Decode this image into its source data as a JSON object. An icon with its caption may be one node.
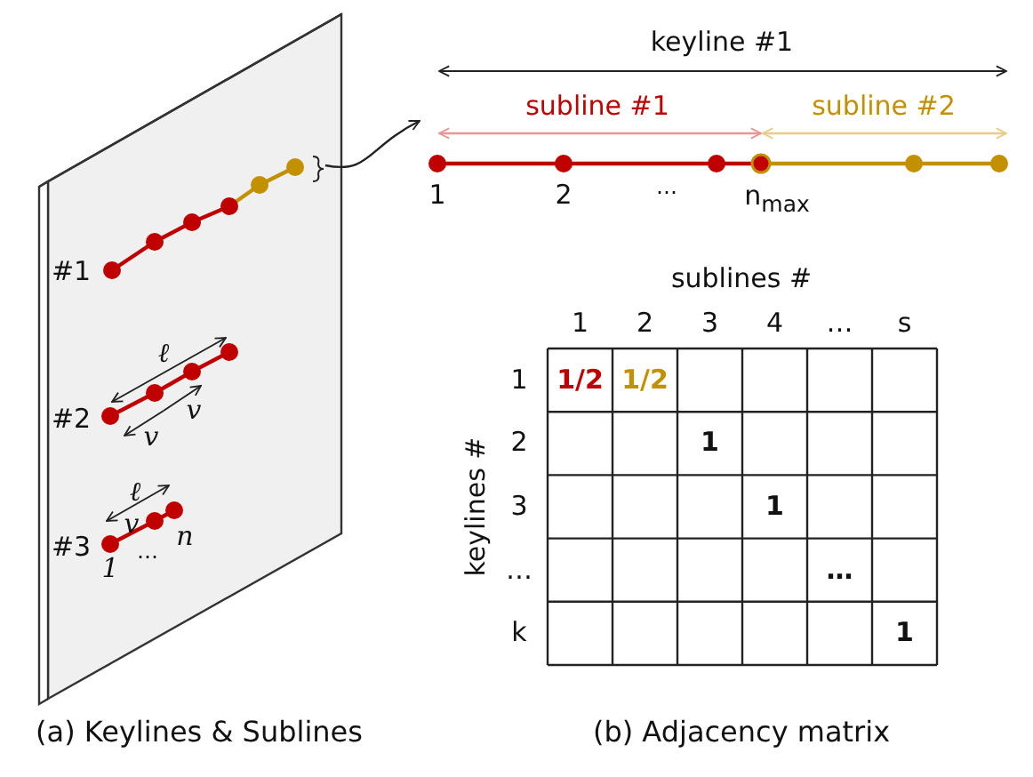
{
  "diagram": {
    "nodes": [
      {
        "text": [],
        "shape": "bracket"
      },
      {
        "text": [],
        "shape": "line",
        "beside": [
          "keyline #1",
          "subline #1",
          "subline #2",
          "1",
          "2",
          "…",
          "n$_{max}$"
        ]
      }
    ],
    "edges": [
      {
        "from": 0,
        "to": 1,
        "arrow": "to"
      }
    ],
    "labels": [
      "#1",
      "#2",
      "ℓ",
      "v",
      "v",
      "#3",
      "ℓ",
      "v",
      "n",
      "1",
      "…",
      "sublines #",
      "1",
      "2",
      "3",
      "4",
      "…",
      "s",
      "keylines #",
      "1",
      "1/2",
      "1/2",
      "2",
      "1",
      "3",
      "1",
      "…",
      "…",
      "k",
      "1",
      "(a) Keylines & Sublines",
      "(b) Adjacency matrix"
    ]
  }
}
